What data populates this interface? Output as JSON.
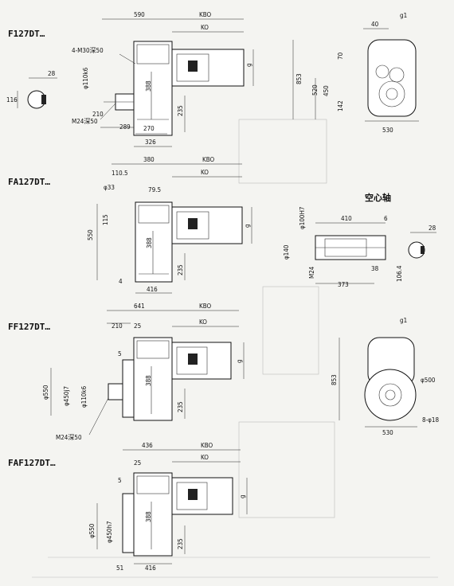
{
  "views": [
    {
      "id": "f127dt",
      "title": "F127DT…",
      "dims": {
        "top": "590",
        "kbo": "KBO",
        "ko": "KO",
        "bolt": "4-M30深50",
        "shaft": "φ110k6",
        "key": "28",
        "kh": "116",
        "thread": "M24深50",
        "d210": "210",
        "d289": "289",
        "d270": "270",
        "d326": "326",
        "d388": "388",
        "d235": "235",
        "g": "g"
      }
    },
    {
      "id": "fa127dt",
      "title": "FA127DT…",
      "dims": {
        "top": "380",
        "d1105": "110.5",
        "kbo": "KBO",
        "ko": "KO",
        "d795": "79.5",
        "d33": "φ33",
        "d115": "115",
        "d550": "550",
        "d388": "388",
        "d235": "235",
        "d4": "4",
        "d416": "416",
        "g": "g"
      }
    },
    {
      "id": "ff127dt",
      "title": "FF127DT…",
      "dims": {
        "top": "641",
        "kbo": "KBO",
        "d210": "210",
        "d25": "25",
        "ko": "KO",
        "d5": "5",
        "flange": "φ550",
        "pilot": "φ450j7",
        "shaft": "φ110k6",
        "thread": "M24深50",
        "d388": "388",
        "d235": "235",
        "g": "g"
      }
    },
    {
      "id": "faf127dt",
      "title": "FAF127DT…",
      "dims": {
        "top": "436",
        "kbo": "KBO",
        "d25": "25",
        "ko": "KO",
        "d5": "5",
        "flange": "φ550",
        "pilot": "φ450h7",
        "d388": "388",
        "d235": "235",
        "d51": "51",
        "d416": "416",
        "g": "g"
      }
    }
  ],
  "side_view_top": {
    "g1": "g1",
    "d40": "40",
    "d70": "70",
    "d853": "853",
    "d520": "520",
    "d450": "450",
    "d142": "142",
    "d530": "530"
  },
  "hollow_shaft": {
    "title": "空心轴",
    "bore": "φ100H7",
    "d410": "410",
    "d6": "6",
    "d140": "φ140",
    "d38": "38",
    "thread": "M24",
    "d373": "373",
    "key": "28",
    "kh": "106.4"
  },
  "side_view_bottom": {
    "g1": "g1",
    "d853": "853",
    "d500": "φ500",
    "holes": "8-φ18",
    "d530": "530"
  }
}
